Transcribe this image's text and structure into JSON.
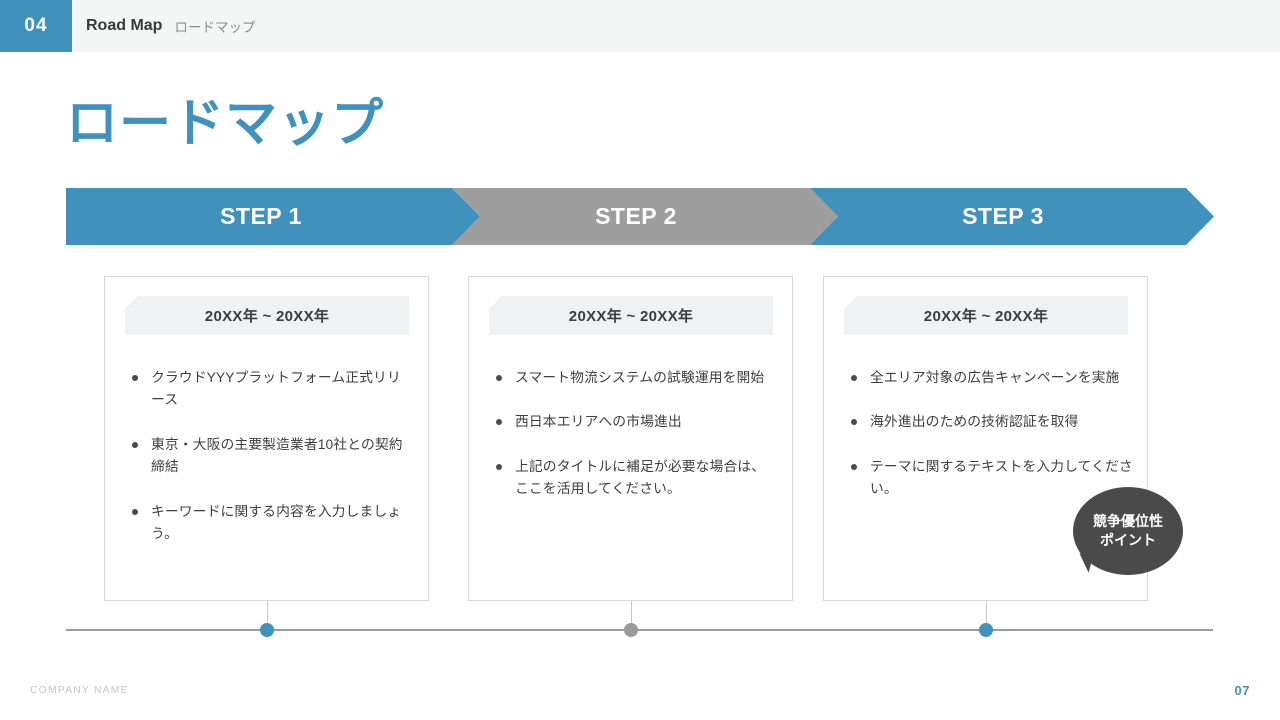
{
  "header": {
    "number": "04",
    "title_en": "Road Map",
    "title_jp": "ロードマップ"
  },
  "page_title": "ロードマップ",
  "steps": [
    {
      "label": "STEP 1",
      "color": "#4092bd"
    },
    {
      "label": "STEP 2",
      "color": "#9e9e9e"
    },
    {
      "label": "STEP 3",
      "color": "#4092bd"
    }
  ],
  "cards": [
    {
      "date": "20XX年 ~ 20XX年",
      "bullets": [
        "クラウドYYYプラットフォーム正式リリース",
        "東京・大阪の主要製造業者10社との契約締結",
        "キーワードに関する内容を入力しましょう。"
      ]
    },
    {
      "date": "20XX年 ~ 20XX年",
      "bullets": [
        "スマート物流システムの試験運用を開始",
        "西日本エリアへの市場進出",
        "上記のタイトルに補足が必要な場合は、ここを活用してください。"
      ]
    },
    {
      "date": "20XX年 ~ 20XX年",
      "bullets": [
        "全エリア対象の広告キャンペーンを実施",
        "海外進出のための技術認証を取得",
        "テーマに関するテキストを入力してください。"
      ]
    }
  ],
  "bubble": {
    "line1": "競争優位性",
    "line2": "ポイント"
  },
  "timeline": {
    "dots": [
      {
        "color": "#4092bd"
      },
      {
        "color": "#9b9b9b"
      },
      {
        "color": "#4092bd"
      }
    ]
  },
  "footer": {
    "company": "COMPANY NAME",
    "page_number": "07"
  }
}
